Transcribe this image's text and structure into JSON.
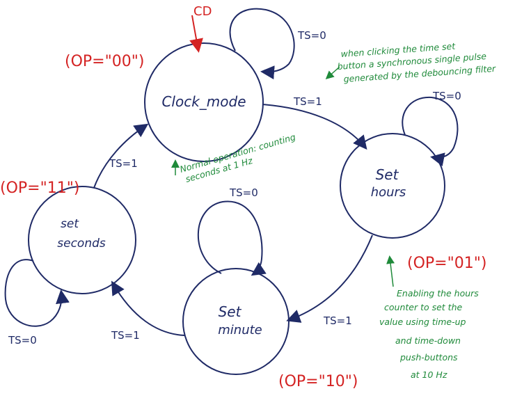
{
  "states": {
    "clock_mode": "Clock_mode",
    "set_hours": [
      "Set",
      "hours"
    ],
    "set_minute": [
      "Set",
      "minute"
    ],
    "set_seconds": [
      "set",
      "seconds"
    ]
  },
  "transitions": {
    "clock_self": "TS=0",
    "clock_to_hours": "TS=1",
    "hours_self": "TS=0",
    "hours_to_minute": "TS=1",
    "minute_self": "TS=0",
    "minute_to_seconds": "TS=1",
    "seconds_self": "TS=0",
    "seconds_to_clock": "TS=1"
  },
  "outputs": {
    "clock_mode": "(OP=\"00\")",
    "set_hours": "(OP=\"01\")",
    "set_minute": "(OP=\"10\")",
    "set_seconds": "(OP=\"11\")"
  },
  "reset_label": "CD",
  "notes": {
    "time_set": [
      "when clicking the time set",
      "button a synchronous single pulse",
      "generated by the debouncing filter"
    ],
    "normal_operation": [
      "Normal operation: counting",
      "seconds at 1 Hz"
    ],
    "enabling_hours": [
      "Enabling the hours",
      "counter to set the",
      "value using time-up",
      "and time-down",
      "push-buttons",
      "at 10 Hz"
    ]
  },
  "colors": {
    "ink": "#1f2a66",
    "output": "#d42323",
    "note": "#1f8a3a"
  }
}
